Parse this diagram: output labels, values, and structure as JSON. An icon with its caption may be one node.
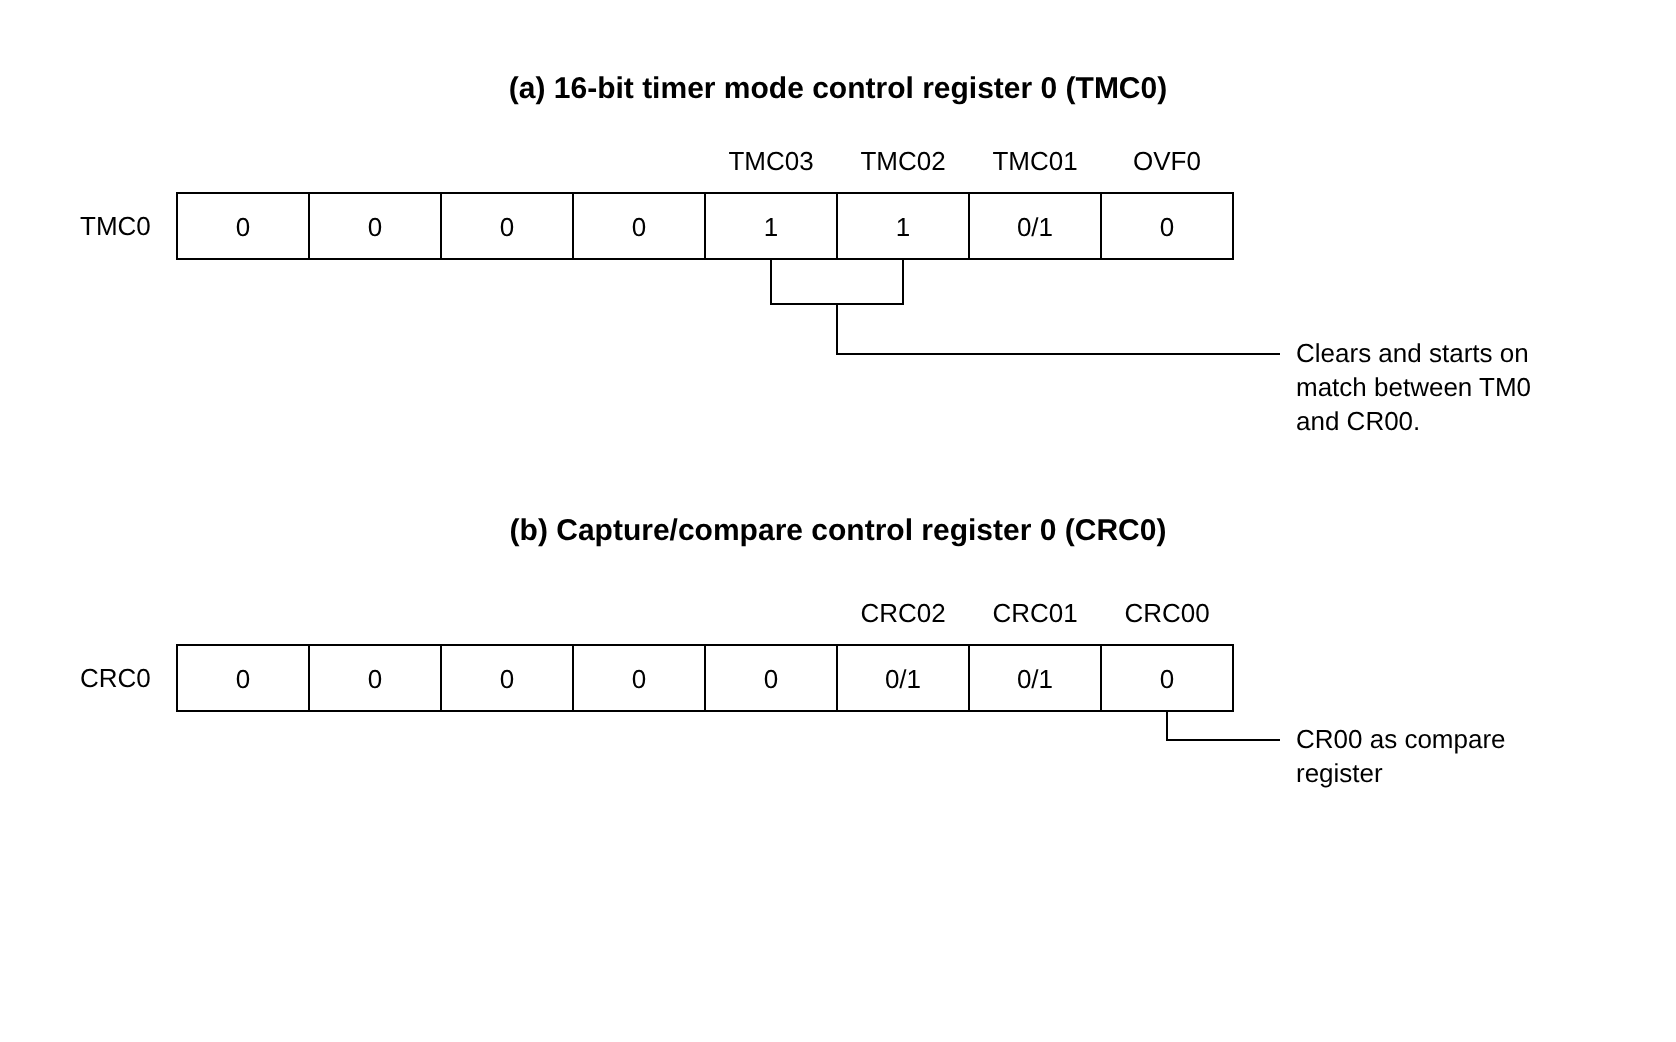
{
  "diagram": {
    "nodes": [
      {
        "text": [
          "TMC0"
        ]
      },
      {
        "text": [
          "0"
        ],
        "in": 0
      },
      {
        "text": [
          "0"
        ],
        "in": 0
      },
      {
        "text": [
          "0"
        ],
        "in": 0
      },
      {
        "text": [
          "0"
        ],
        "in": 0
      },
      {
        "text": [
          "1"
        ],
        "in": 0,
        "beside": [
          "TMC03"
        ]
      },
      {
        "text": [
          "1"
        ],
        "in": 0,
        "beside": [
          "TMC02"
        ]
      },
      {
        "text": [
          "0/1"
        ],
        "in": 0,
        "beside": [
          "TMC01"
        ]
      },
      {
        "text": [
          "0"
        ],
        "in": 0,
        "beside": [
          "OVF0"
        ]
      },
      {
        "text": [
          "Clears and starts on match between TM0 and CR00."
        ]
      },
      {
        "text": [
          "CRC0"
        ]
      },
      {
        "text": [
          "0"
        ],
        "in": 10
      },
      {
        "text": [
          "0"
        ],
        "in": 10
      },
      {
        "text": [
          "0"
        ],
        "in": 10
      },
      {
        "text": [
          "0"
        ],
        "in": 10
      },
      {
        "text": [
          "0"
        ],
        "in": 10
      },
      {
        "text": [
          "0/1"
        ],
        "in": 10,
        "beside": [
          "CRC02"
        ]
      },
      {
        "text": [
          "0/1"
        ],
        "in": 10,
        "beside": [
          "CRC01"
        ]
      },
      {
        "text": [
          "0"
        ],
        "in": 10,
        "beside": [
          "CRC00"
        ]
      },
      {
        "text": [
          "CR00 as compare register"
        ]
      }
    ],
    "edges": [
      {
        "from": 5,
        "to": 9,
        "arrow": "none"
      },
      {
        "from": 6,
        "to": 9,
        "arrow": "none"
      },
      {
        "from": 18,
        "to": 19,
        "arrow": "none"
      }
    ],
    "labels": [
      "(a)  16-bit timer mode control register 0 (TMC0)",
      "(b)  Capture/compare control register 0 (CRC0)"
    ]
  }
}
